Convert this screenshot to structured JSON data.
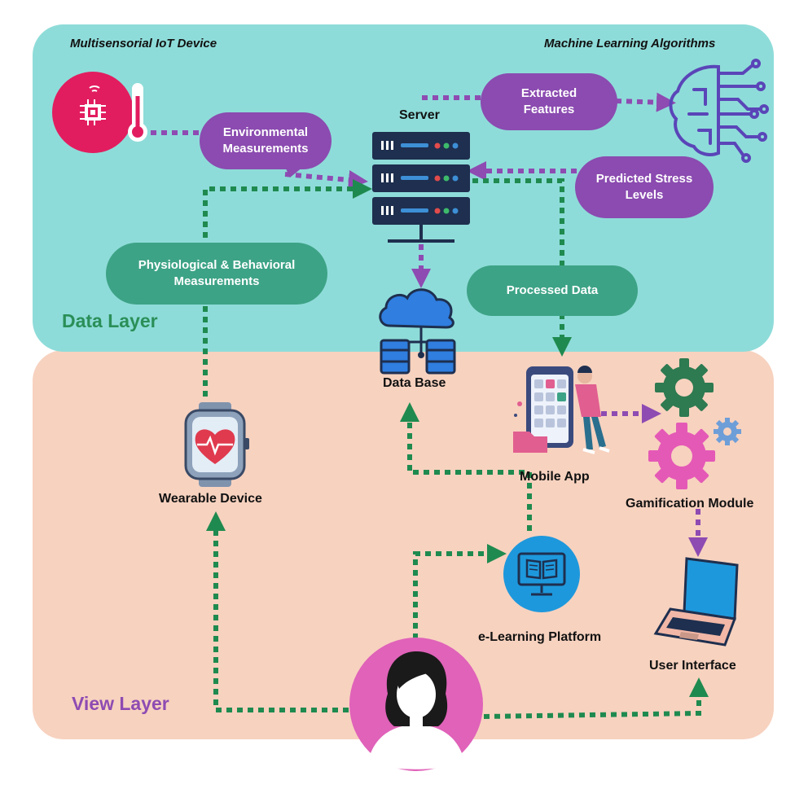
{
  "colors": {
    "data_layer_bg": "#8edcd9",
    "view_layer_bg": "#f7d2bf",
    "green_arrow": "#1f8a4f",
    "purple_arrow": "#8e4bb2",
    "purple_pill": "#8b4bb0",
    "green_pill": "#3da386",
    "data_layer_text": "#2a8f58",
    "view_layer_text": "#8e4bb2"
  },
  "layers": {
    "data_layer": "Data Layer",
    "view_layer": "View Layer"
  },
  "headings": {
    "iot_device": "Multisensorial IoT Device",
    "ml_algorithms": "Machine Learning Algorithms"
  },
  "pills": {
    "environmental": [
      "Environmental",
      "Measurements"
    ],
    "extracted": [
      "Extracted",
      "Features"
    ],
    "predicted": [
      "Predicted Stress",
      "Levels"
    ],
    "physiological": [
      "Physiological & Behavioral",
      "Measurements"
    ],
    "processed": [
      "Processed Data"
    ]
  },
  "nodes": {
    "server": "Server",
    "database": "Data Base",
    "mobile_app": "Mobile App",
    "gamification": "Gamification Module",
    "wearable": "Wearable Device",
    "elearning": "e-Learning Platform",
    "user_interface": "User Interface"
  },
  "icons": {
    "iot": "thermometer-chip-icon",
    "ml": "brain-circuit-icon",
    "server": "server-rack-icon",
    "database": "cloud-database-icon",
    "mobile": "mobile-app-person-icon",
    "gears": "gears-icon",
    "wearable": "smartwatch-heart-icon",
    "elearning": "elearning-monitor-book-icon",
    "laptop": "laptop-icon",
    "user": "user-avatar-icon"
  }
}
